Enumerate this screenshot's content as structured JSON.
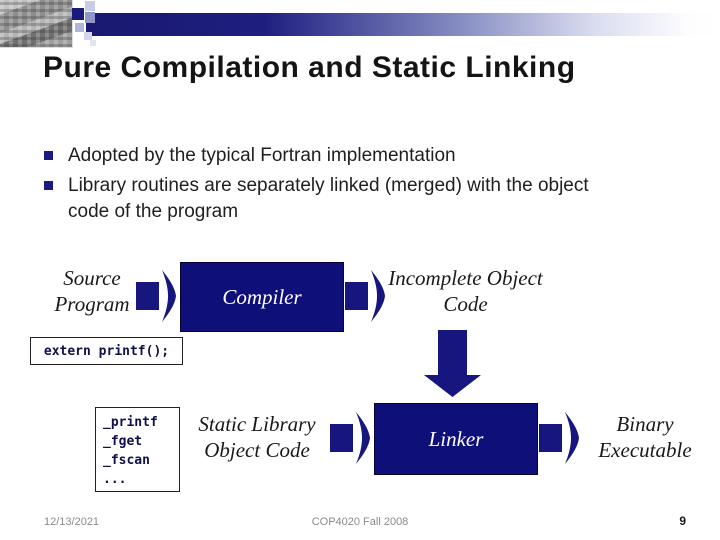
{
  "slide": {
    "title": "Pure Compilation and Static Linking",
    "bullets": [
      "Adopted by the typical Fortran implementation",
      "Library routines are separately linked (merged) with the object code of the program"
    ]
  },
  "diagram": {
    "source_program": "Source Program",
    "compiler": "Compiler",
    "incomplete_object_code": "Incomplete Object Code",
    "extern_declaration": "extern printf();",
    "library_symbols": [
      "_printf",
      "_fget",
      "_fscan",
      "..."
    ],
    "static_library": "Static Library Object Code",
    "linker": "Linker",
    "binary_executable": "Binary Executable",
    "icons": {
      "flow_arrow_right": "block-arrow-right",
      "flow_arrow_down": "block-arrow-down",
      "bullet_marker": "navy-square"
    },
    "colors": {
      "node_fill": "#0f0f7a",
      "arrow_fill": "#16167e",
      "node_text": "#ffffff",
      "code_text": "#10104a"
    }
  },
  "banner": {
    "gradient_start": "#191970",
    "gradient_end": "#ffffff",
    "accent_square": "#1a1a7e"
  },
  "footer": {
    "date": "12/13/2021",
    "course": "COP4020 Fall 2008",
    "page_number": "9"
  }
}
